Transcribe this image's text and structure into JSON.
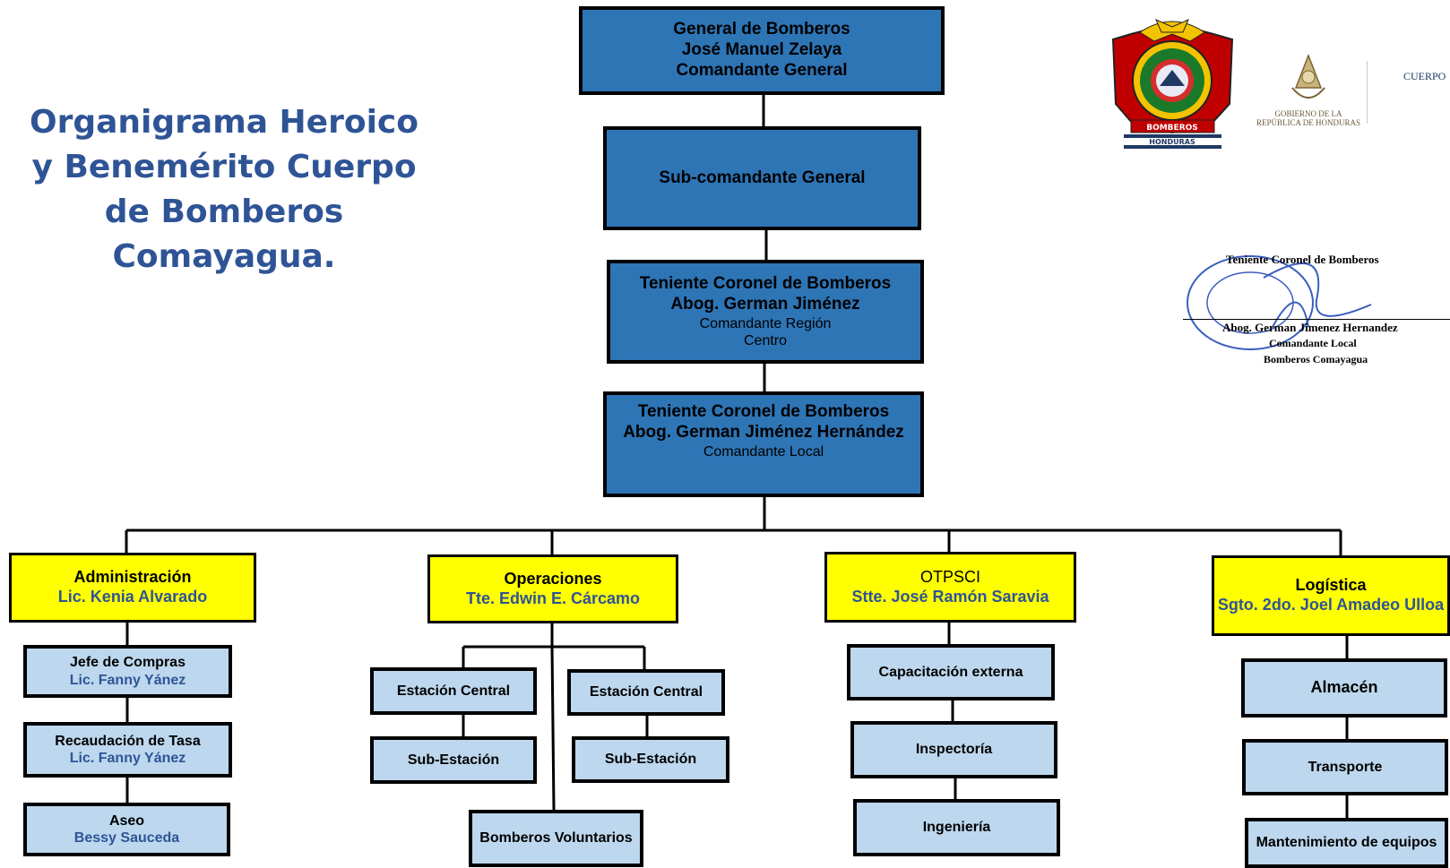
{
  "title": "Organigrama Heroico y Benemérito Cuerpo de Bomberos Comayagua.",
  "colors": {
    "command": "#2e75b6",
    "department": "#ffff00",
    "unit": "#bdd7ee",
    "name_text": "#2f5496"
  },
  "command": [
    {
      "lines": [
        "General de Bomberos",
        "José Manuel Zelaya",
        "Comandante General"
      ]
    },
    {
      "lines": [
        "Sub-comandante General"
      ]
    },
    {
      "lines": [
        "Teniente Coronel de Bomberos",
        "Abog. German Jiménez",
        "Comandante  Región",
        "Centro"
      ]
    },
    {
      "lines": [
        "Teniente Coronel de Bomberos",
        "Abog. German Jiménez Hernández",
        "Comandante  Local"
      ]
    }
  ],
  "departments": [
    {
      "title": "Administración",
      "name": "Lic. Kenia Alvarado"
    },
    {
      "title": "Operaciones",
      "name": "Tte. Edwin E. Cárcamo"
    },
    {
      "title": "OTPSCI",
      "name": "Stte. José Ramón Saravia"
    },
    {
      "title": "Logística",
      "name": "Sgto. 2do. Joel Amadeo Ulloa"
    }
  ],
  "units": {
    "administracion": [
      {
        "title": "Jefe de Compras",
        "name": "Lic. Fanny Yánez"
      },
      {
        "title": "Recaudación de Tasa",
        "name": "Lic. Fanny Yánez"
      },
      {
        "title": "Aseo",
        "name": "Bessy Sauceda"
      }
    ],
    "operaciones": [
      {
        "title": "Estación Central"
      },
      {
        "title": "Estación Central"
      },
      {
        "title": "Sub-Estación"
      },
      {
        "title": "Sub-Estación"
      },
      {
        "title": "Bomberos Voluntarios"
      }
    ],
    "otpsci": [
      {
        "title": "Capacitación externa"
      },
      {
        "title": "Inspectoría"
      },
      {
        "title": "Ingeniería"
      }
    ],
    "logistica": [
      {
        "title": "Almacén"
      },
      {
        "title": "Transporte"
      },
      {
        "title": "Mantenimiento de equipos"
      }
    ]
  },
  "logos": {
    "badge_top": "BOMBEROS",
    "badge_bottom": "HONDURAS",
    "gov_text": "GOBIERNO DE LA REPÚBLICA DE HONDURAS",
    "cuerpo_text": "CUERPO"
  },
  "stamp": {
    "rank": "Teniente Coronel de Bomberos",
    "name": "Abog. German Jimenez Hernandez",
    "role": "Comandante Local",
    "unit": "Bomberos Comayagua"
  }
}
